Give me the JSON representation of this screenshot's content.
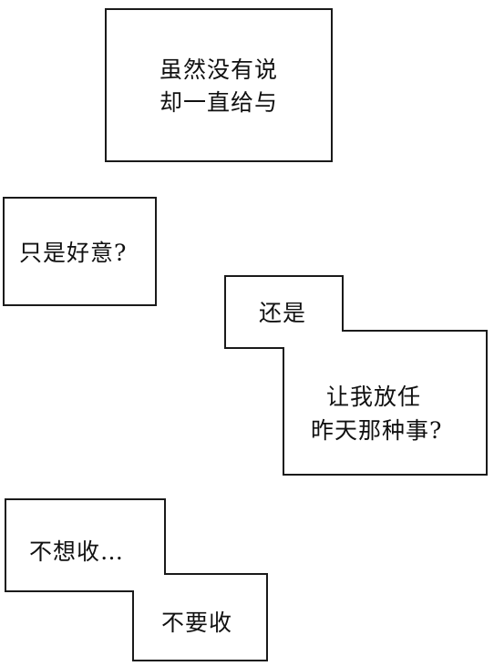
{
  "caption_1": {
    "line_1": "虽然没有说",
    "line_2": "却一直给与"
  },
  "caption_2": {
    "text": "只是好意?"
  },
  "caption_3": {
    "line_1": "还是",
    "line_2": "让我放任",
    "line_3": "昨天那种事?"
  },
  "caption_4": {
    "line_1": "不想收…",
    "line_2": "不要收"
  }
}
